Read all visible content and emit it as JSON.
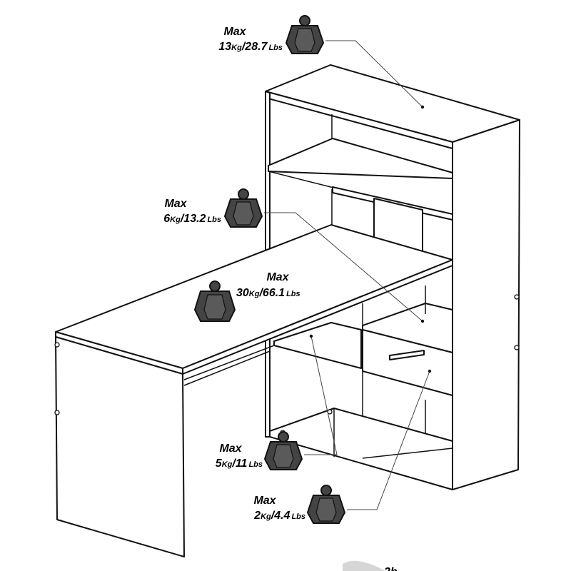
{
  "weights": [
    {
      "id": "top-shelf",
      "max": "Max",
      "kg": "13",
      "kg_unit": "Kg",
      "sep": "/",
      "lbs": "28.7",
      "lbs_unit": "Lbs"
    },
    {
      "id": "middle-shelf",
      "max": "Max",
      "kg": "6",
      "kg_unit": "Kg",
      "sep": "/",
      "lbs": "13.2",
      "lbs_unit": "Lbs"
    },
    {
      "id": "desktop",
      "max": "Max",
      "kg": "30",
      "kg_unit": "Kg",
      "sep": "/",
      "lbs": "66.1",
      "lbs_unit": "Lbs"
    },
    {
      "id": "low-shelf",
      "max": "Max",
      "kg": "5",
      "kg_unit": "Kg",
      "sep": "/",
      "lbs": "11",
      "lbs_unit": "Lbs"
    },
    {
      "id": "drawer",
      "max": "Max",
      "kg": "2",
      "kg_unit": "Kg",
      "sep": "/",
      "lbs": "4.4",
      "lbs_unit": "Lbs"
    }
  ],
  "footer": {
    "partial_label": "2h"
  },
  "colors": {
    "line": "#111111",
    "weight_fill": "#444444",
    "background": "#ffffff"
  },
  "icons": [
    "weight-icon"
  ]
}
